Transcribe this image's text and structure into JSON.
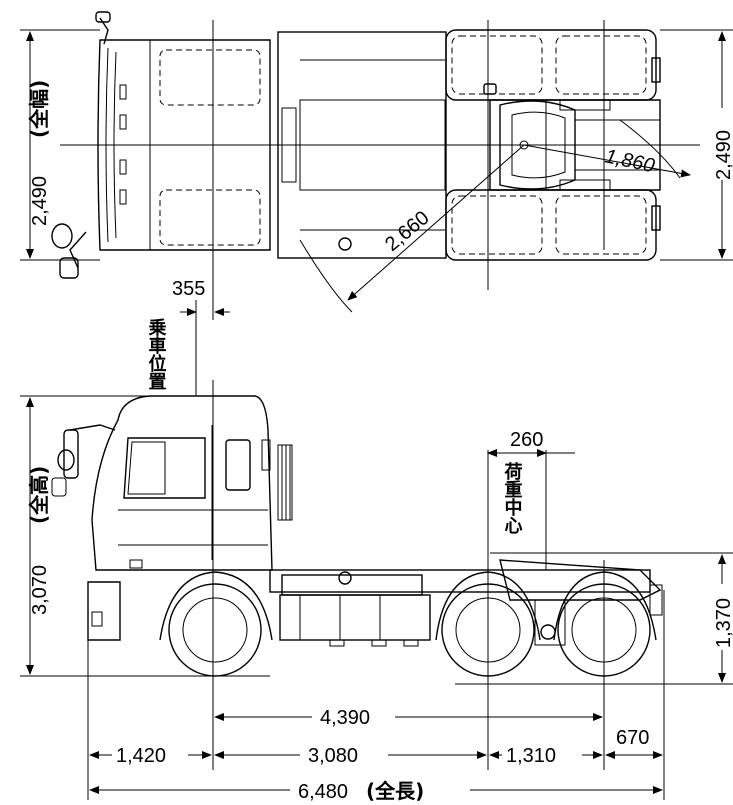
{
  "dimensions": {
    "top_width_left": "2,490",
    "top_width_left_label": "(全幅)",
    "top_width_right": "2,490",
    "turn_radius_small": "1,860",
    "turn_radius_large": "2,660",
    "seat_offset": "355",
    "seat_label": "乗車位置",
    "coupler_offset": "260",
    "coupler_label": "荷重中心",
    "overall_height": "3,070",
    "overall_height_label": "(全高)",
    "coupler_height": "1,370",
    "wheelbase_total": "4,390",
    "front_overhang": "1,420",
    "wheelbase_first": "3,080",
    "rear_axle_offset": "1,310",
    "rear_overhang": "670",
    "overall_length": "6,480",
    "overall_length_label": "(全長)"
  }
}
